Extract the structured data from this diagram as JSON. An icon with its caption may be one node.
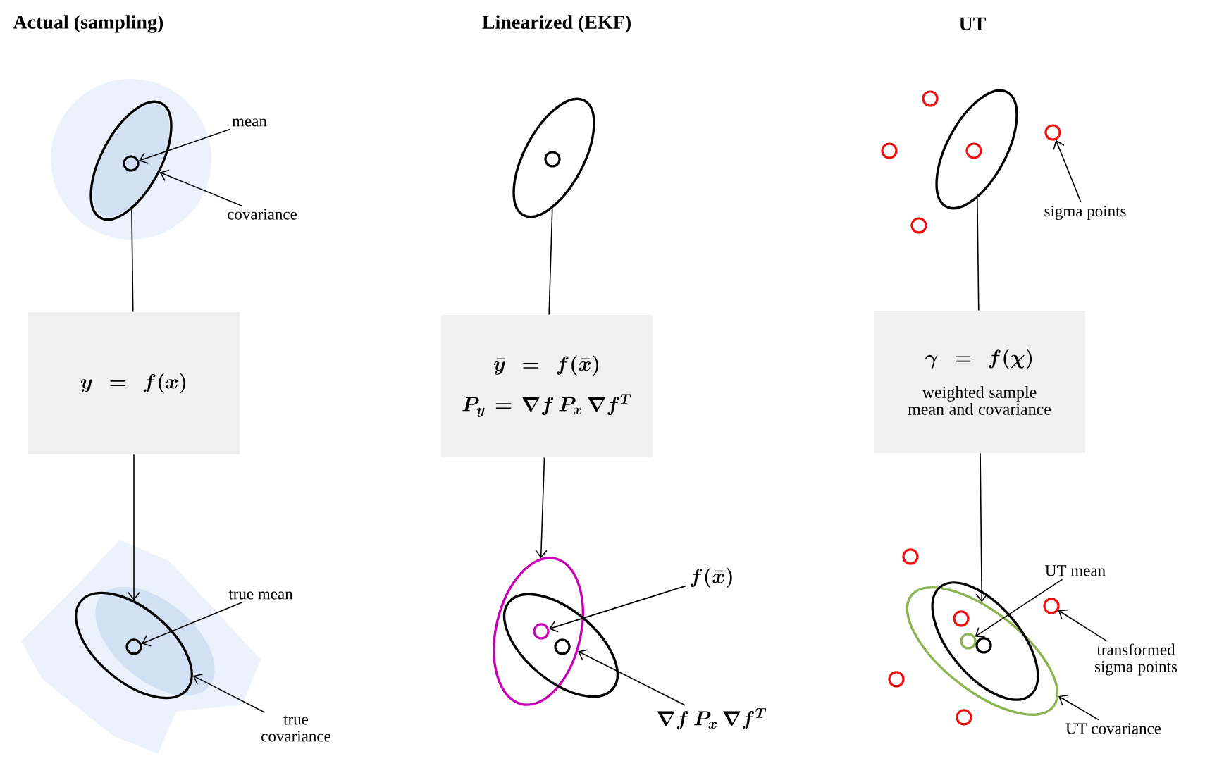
{
  "diagram": {
    "nodes": [
      {
        "text": [],
        "shape": "ellipse"
      },
      {
        "text": [],
        "shape": "circle",
        "in": 0
      },
      {
        "text": [
          "mean"
        ]
      },
      {
        "text": [
          "covariance"
        ]
      },
      {
        "text": [
          "y = f(x)"
        ]
      },
      {
        "text": [],
        "shape": "ellipse"
      },
      {
        "text": [],
        "shape": "circle",
        "in": 5
      },
      {
        "text": [
          "true mean"
        ]
      },
      {
        "text": [
          "true covariance"
        ]
      },
      {
        "text": [],
        "shape": "ellipse"
      },
      {
        "text": [],
        "shape": "circle",
        "in": 9
      },
      {
        "text": [
          "\\bar{y} = f(\\bar{x})",
          "P_y = \\nabla f\\, P_x\\, \\nabla f^T"
        ]
      },
      {
        "text": [],
        "shape": "ellipse"
      },
      {
        "text": [],
        "shape": "ellipse"
      },
      {
        "text": [],
        "shape": "circle"
      },
      {
        "text": [],
        "shape": "circle"
      },
      {
        "text": [
          "f(\\bar{x})"
        ]
      },
      {
        "text": [
          "\\nabla f\\, P_x\\, \\nabla f^T"
        ]
      },
      {
        "text": [],
        "shape": "ellipse"
      },
      {
        "text": [],
        "shape": "circle"
      },
      {
        "text": [],
        "shape": "circle"
      },
      {
        "text": [],
        "shape": "circle"
      },
      {
        "text": [],
        "shape": "circle",
        "in": 18
      },
      {
        "text": [],
        "shape": "circle"
      },
      {
        "text": [
          "sigma points"
        ]
      },
      {
        "text": [
          "\\gamma = f(\\chi)",
          "weighted sample mean and covariance"
        ]
      },
      {
        "text": [],
        "shape": "ellipse"
      },
      {
        "text": [],
        "shape": "ellipse",
        "in": 26
      },
      {
        "text": [],
        "shape": "circle"
      },
      {
        "text": [],
        "shape": "circle"
      },
      {
        "text": [],
        "shape": "circle",
        "in": 27
      },
      {
        "text": [],
        "shape": "circle"
      },
      {
        "text": [],
        "shape": "circle"
      },
      {
        "text": [],
        "shape": "circle",
        "in": 27
      },
      {
        "text": [],
        "shape": "circle",
        "in": 27
      },
      {
        "text": [
          "UT mean"
        ]
      },
      {
        "text": [
          "transformed sigma points"
        ]
      },
      {
        "text": [
          "UT covariance"
        ]
      }
    ],
    "edges": [
      {
        "from": 2,
        "to": 1,
        "arrow": "to"
      },
      {
        "from": 3,
        "to": 0,
        "arrow": "to"
      },
      {
        "from": 0,
        "to": 4,
        "arrow": "none"
      },
      {
        "from": 4,
        "to": 5,
        "arrow": "to"
      },
      {
        "from": 7,
        "to": 6,
        "arrow": "to"
      },
      {
        "from": 8,
        "to": 5,
        "arrow": "to"
      },
      {
        "from": 9,
        "to": 11,
        "arrow": "none"
      },
      {
        "from": 11,
        "to": 12,
        "arrow": "to"
      },
      {
        "from": 16,
        "to": 14,
        "arrow": "to"
      },
      {
        "from": 17,
        "to": 12,
        "arrow": "to"
      },
      {
        "from": 18,
        "to": 25,
        "arrow": "none"
      },
      {
        "from": 25,
        "to": 26,
        "arrow": "to"
      },
      {
        "from": 24,
        "to": 23,
        "arrow": "to"
      },
      {
        "from": 35,
        "to": 33,
        "arrow": "to"
      },
      {
        "from": 36,
        "to": 32,
        "arrow": "to"
      },
      {
        "from": 37,
        "to": 26,
        "arrow": "to"
      }
    ],
    "labels": [
      "Actual (sampling)",
      "Linearized (EKF)",
      "UT"
    ]
  }
}
